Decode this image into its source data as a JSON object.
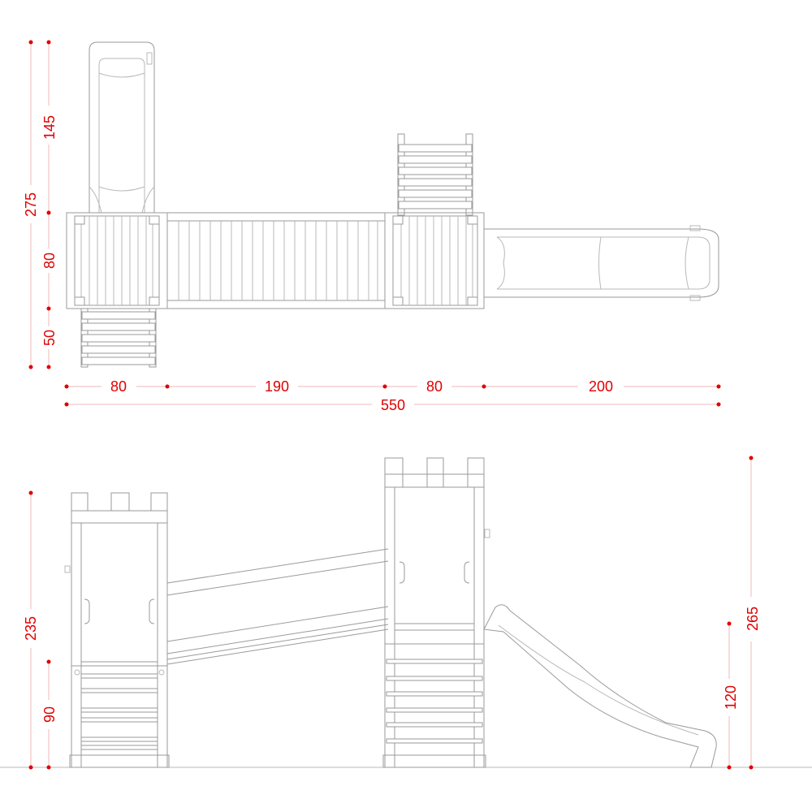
{
  "plan_view": {
    "vertical": [
      "145",
      "275",
      "80",
      "50"
    ],
    "horizontal": [
      "80",
      "190",
      "80",
      "200"
    ],
    "overall": "550"
  },
  "elevation_view": {
    "left": [
      "235",
      "90"
    ],
    "right": [
      "265",
      "120"
    ]
  },
  "colors": {
    "dimension": "#e00000",
    "drawing": "#9a9a9a"
  }
}
